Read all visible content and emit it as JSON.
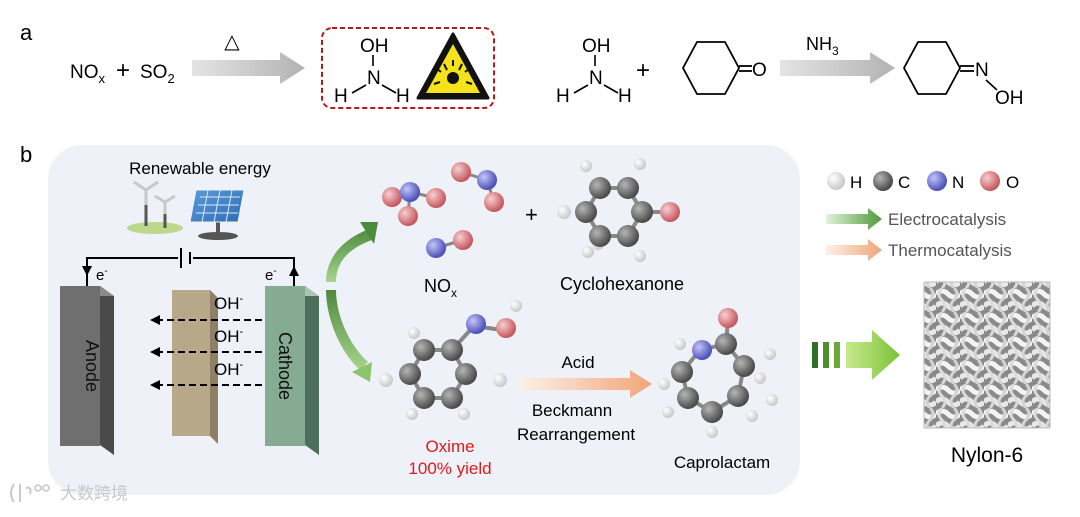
{
  "panel_a": {
    "label": "a",
    "reactant_1": "NO",
    "reactant_1_sub": "x",
    "plus": "+",
    "reactant_2": "SO",
    "reactant_2_sub": "2",
    "heat_symbol": "△",
    "hydroxylamine": {
      "oh": "OH",
      "n": "N",
      "h_left": "H",
      "h_right": "H"
    },
    "hydroxylamine_2": {
      "oh": "OH",
      "n": "N",
      "h_left": "H",
      "h_right": "H"
    },
    "ketone_o": "O",
    "reagent": "NH",
    "reagent_sub": "3",
    "oxime_n": "N",
    "oxime_oh": "OH"
  },
  "panel_b": {
    "label": "b",
    "renewable_energy": "Renewable energy",
    "electron_left": "e",
    "electron_right": "e",
    "electron_sup": "-",
    "anode": "Anode",
    "cathode": "Cathode",
    "hydroxide": "OH",
    "hydroxide_sup": "-",
    "nox": "NO",
    "nox_sub": "x",
    "plus": "+",
    "cyclohexanone": "Cyclohexanone",
    "oxime_line1": "Oxime",
    "oxime_line2": "100% yield",
    "acid": "Acid",
    "beckmann_line1": "Beckmann",
    "beckmann_line2": "Rearrangement",
    "caprolactam": "Caprolactam",
    "nylon": "Nylon-6"
  },
  "legend": {
    "atom_h": "H",
    "atom_c": "C",
    "atom_n": "N",
    "atom_o": "O",
    "electrocatalysis": "Electrocatalysis",
    "thermocatalysis": "Thermocatalysis"
  },
  "watermark": "大数跨境",
  "colors": {
    "hydrogen": "#f2f2f2",
    "carbon": "#6b6b6b",
    "nitrogen": "#7b7fd6",
    "oxygen": "#e0888c",
    "electro_arrow": "#4e9a3e",
    "thermo_arrow": "#f2b592",
    "oxime_text": "#e01a1a",
    "hazard_box": "#b31b1b"
  }
}
